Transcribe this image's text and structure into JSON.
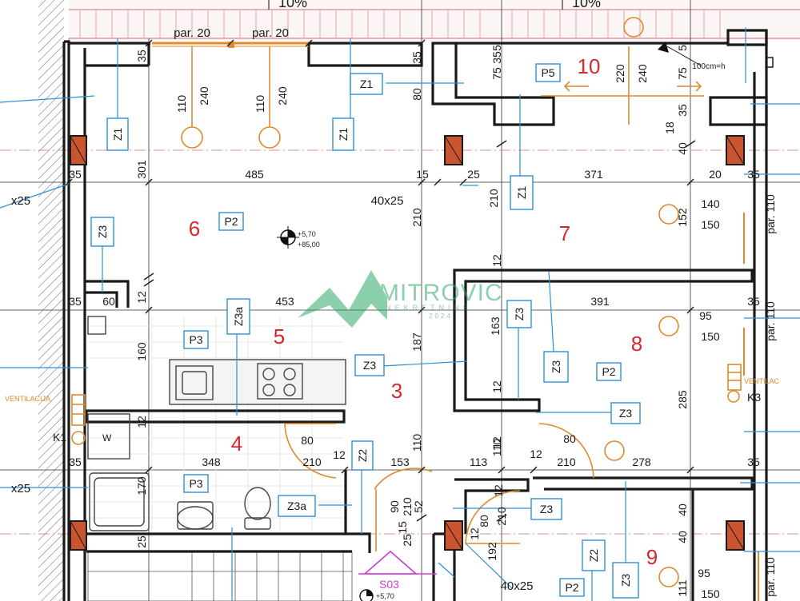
{
  "slope_labels": [
    "10%",
    "10%"
  ],
  "room_numbers": [
    "10",
    "6",
    "7",
    "5",
    "8",
    "3",
    "4",
    "9"
  ],
  "floor_tags": [
    "P5",
    "P2",
    "P3",
    "P2",
    "P3",
    "P2"
  ],
  "wall_tags": [
    "Z1",
    "Z1",
    "Z1",
    "Z1",
    "Z3",
    "Z3a",
    "Z3",
    "Z3",
    "Z3",
    "Z3",
    "Z3a",
    "Z2",
    "Z3",
    "Z2",
    "Z3"
  ],
  "column_tags": [
    "40x25",
    "x25",
    "x25",
    "40x25"
  ],
  "header_labels": [
    "par. 20",
    "par. 20"
  ],
  "side_labels": [
    "par. 110",
    "par. 110",
    "par. 110",
    "100cm=h"
  ],
  "dims": [
    "35",
    "110",
    "240",
    "110",
    "240",
    "35",
    "80",
    "35",
    "75",
    "5",
    "75",
    "5",
    "220",
    "240",
    "35",
    "18",
    "40",
    "35",
    "301",
    "485",
    "15",
    "25",
    "210",
    "210",
    "371",
    "20",
    "35",
    "152",
    "140",
    "150",
    "35",
    "60",
    "12",
    "453",
    "12",
    "391",
    "35",
    "160",
    "187",
    "163",
    "95",
    "150",
    "285",
    "12",
    "12",
    "80",
    "12",
    "12",
    "80",
    "210",
    "12",
    "210",
    "110",
    "110",
    "278",
    "35",
    "348",
    "153",
    "113",
    "12",
    "35",
    "170",
    "90",
    "210",
    "52",
    "15",
    "25",
    "80",
    "210",
    "12",
    "40",
    "25",
    "192",
    "40",
    "111",
    "95",
    "150"
  ],
  "elevations": [
    "+5,70",
    "+85,00",
    "+5,70"
  ],
  "equipment": [
    "VENTILACIJA",
    "VENTILAC",
    "K1",
    "K3",
    "W"
  ],
  "section_mark": "S03",
  "watermark": {
    "brand": "MITROVIC",
    "tagline": "NEKRETNINE",
    "year": "2024"
  },
  "colors": {
    "wall": "#1a1a1a",
    "annotation": "#2f8fd6",
    "room_number": "#d8282d",
    "fixture": "#e08a2c",
    "section": "#cf3fd0",
    "watermark": "#2fa86a"
  }
}
